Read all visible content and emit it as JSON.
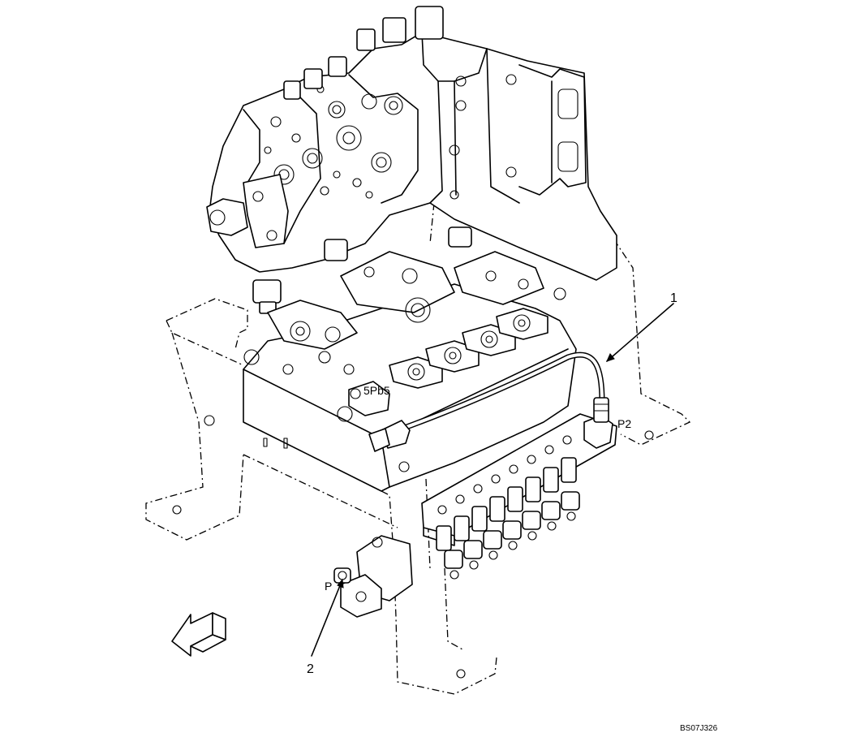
{
  "labels": {
    "callout_1": "1",
    "callout_2": "2",
    "port_p2": "P2",
    "port_5pb5": "5Pb5",
    "port_p": "P",
    "drawing_code": "BS07J326"
  }
}
